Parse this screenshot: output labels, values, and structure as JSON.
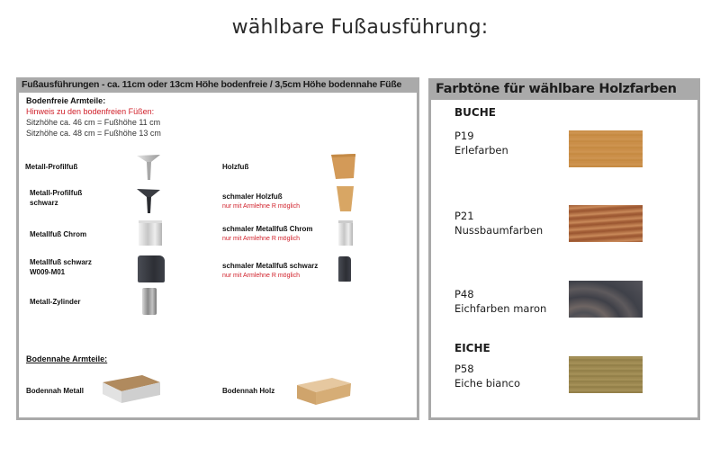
{
  "page": {
    "title": "wählbare Fußausführung:"
  },
  "left_panel": {
    "header": "Fußausführungen - ca. 11cm oder 13cm Höhe bodenfreie / 3,5cm Höhe bodennahe Füße",
    "intro": {
      "heading": "Bodenfreie Armteile:",
      "note": "Hinweis zu den bodenfreien Füßen:",
      "line1": "Sitzhöhe ca. 46 cm = Fußhöhe 11 cm",
      "line2": "Sitzhöhe ca. 48 cm = Fußhöhe 13 cm"
    },
    "left_column": [
      {
        "label": "Metall-Profilfuß",
        "icon": "metal-profile-foot"
      },
      {
        "label": "Metall-Profilfuß",
        "label2": "schwarz",
        "icon": "metal-profile-foot-black"
      },
      {
        "label": "Metallfuß Chrom",
        "icon": "metal-foot-chrome"
      },
      {
        "label": "Metallfuß schwarz",
        "label2": "W009-M01",
        "icon": "metal-foot-black"
      },
      {
        "label": "Metall-Zylinder",
        "icon": "metal-cylinder"
      }
    ],
    "right_column": [
      {
        "label": "Holzfuß",
        "icon": "wood-foot"
      },
      {
        "label": "schmaler Holzfuß",
        "note": "nur mit Armlehne R möglich",
        "icon": "narrow-wood-foot"
      },
      {
        "label": "schmaler Metallfuß Chrom",
        "note": "nur mit Armlehne R möglich",
        "icon": "narrow-metal-foot-chrome"
      },
      {
        "label": "schmaler Metallfuß schwarz",
        "note": "nur mit Armlehne R möglich",
        "icon": "narrow-metal-foot-black"
      }
    ],
    "section2": {
      "heading": "Bodennahe Armteile:",
      "items": [
        {
          "label": "Bodennah Metall",
          "icon": "floor-near-metal"
        },
        {
          "label": "Bodennah Holz",
          "icon": "floor-near-wood"
        }
      ]
    }
  },
  "right_panel": {
    "header": "Farbtöne für wählbare Holzfarben",
    "groups": [
      {
        "name": "BUCHE",
        "swatches": [
          {
            "code": "P19",
            "name": "Erlefarben",
            "color": "#c98d47"
          },
          {
            "code": "P21",
            "name": "Nussbaumfarben",
            "color": "#a9663c"
          },
          {
            "code": "P48",
            "name": "Eichfarben maron",
            "color": "#4f4f55"
          }
        ]
      },
      {
        "name": "EICHE",
        "swatches": [
          {
            "code": "P58",
            "name": "Eiche bianco",
            "color": "#9b874f"
          }
        ]
      }
    ]
  },
  "colors": {
    "header_gray": "#aaaaaa",
    "border_gray": "#a9a9a9",
    "note_red": "#d0202a"
  }
}
